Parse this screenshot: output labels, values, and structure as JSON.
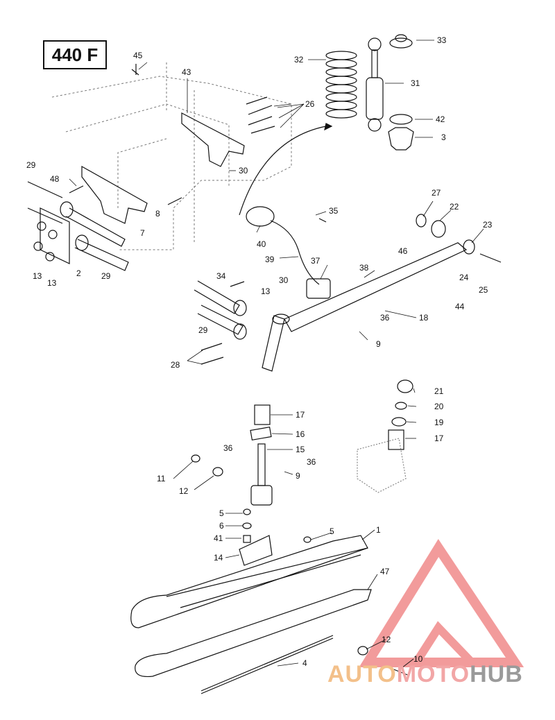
{
  "model": "440 F",
  "callouts": [
    "1",
    "2",
    "3",
    "4",
    "5",
    "5",
    "6",
    "7",
    "8",
    "9",
    "9",
    "10",
    "11",
    "12",
    "12",
    "13",
    "13",
    "13",
    "13",
    "14",
    "15",
    "16",
    "17",
    "17",
    "18",
    "19",
    "20",
    "21",
    "22",
    "23",
    "24",
    "25",
    "26",
    "27",
    "28",
    "29",
    "29",
    "29",
    "30",
    "30",
    "31",
    "32",
    "33",
    "34",
    "35",
    "36",
    "36",
    "36",
    "37",
    "38",
    "39",
    "40",
    "41",
    "42",
    "43",
    "44",
    "45",
    "46",
    "47",
    "48"
  ],
  "watermark": {
    "part1": "AUTO",
    "part2": "MOTO",
    "part3": "HUB"
  },
  "colors": {
    "line": "#111111",
    "watermark_triangle": "#f08a8a",
    "watermark_auto": "#f3c08a",
    "watermark_moto": "#f2a6a6",
    "watermark_hub": "#9a9a9a"
  }
}
